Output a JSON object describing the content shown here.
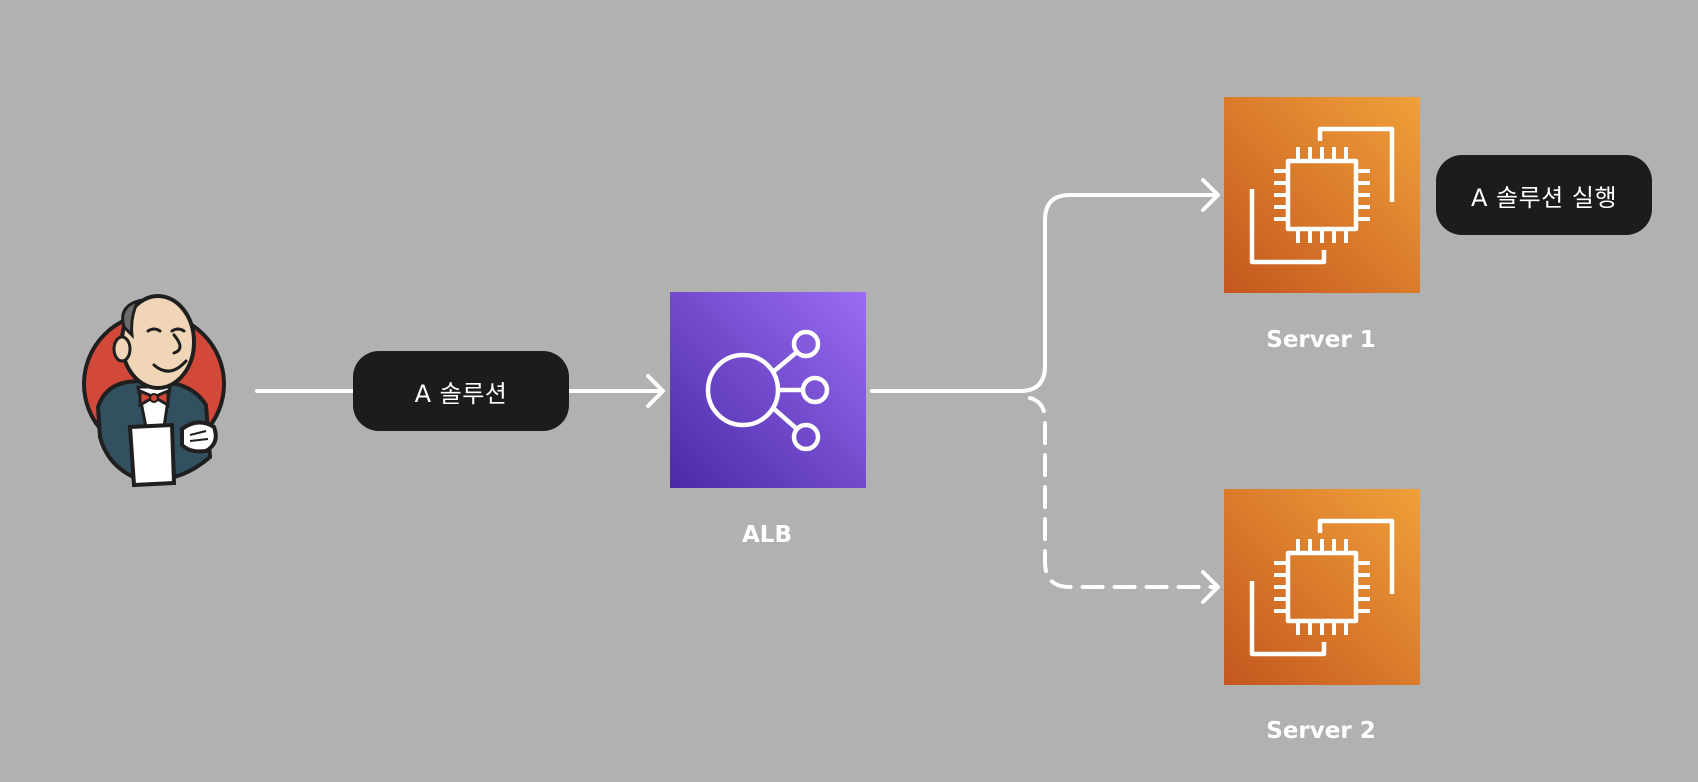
{
  "flow": {
    "source_icon": "jenkins-butler-icon",
    "payload_label": "A 솔루션",
    "balancer": {
      "label": "ALB",
      "icon": "application-load-balancer-icon",
      "color_top": "#9a6cf3",
      "color_bottom": "#4a2aa6"
    },
    "servers": [
      {
        "label": "Server 1",
        "icon": "ec2-instance-icon",
        "status_label": "A 솔루션 실행",
        "route": "solid"
      },
      {
        "label": "Server 2",
        "icon": "ec2-instance-icon",
        "route": "dashed"
      }
    ],
    "server_color_top": "#f0a03a",
    "server_color_bottom": "#c4571e",
    "pill_color": "#1c1c1c",
    "background": "#b1b1b1"
  }
}
